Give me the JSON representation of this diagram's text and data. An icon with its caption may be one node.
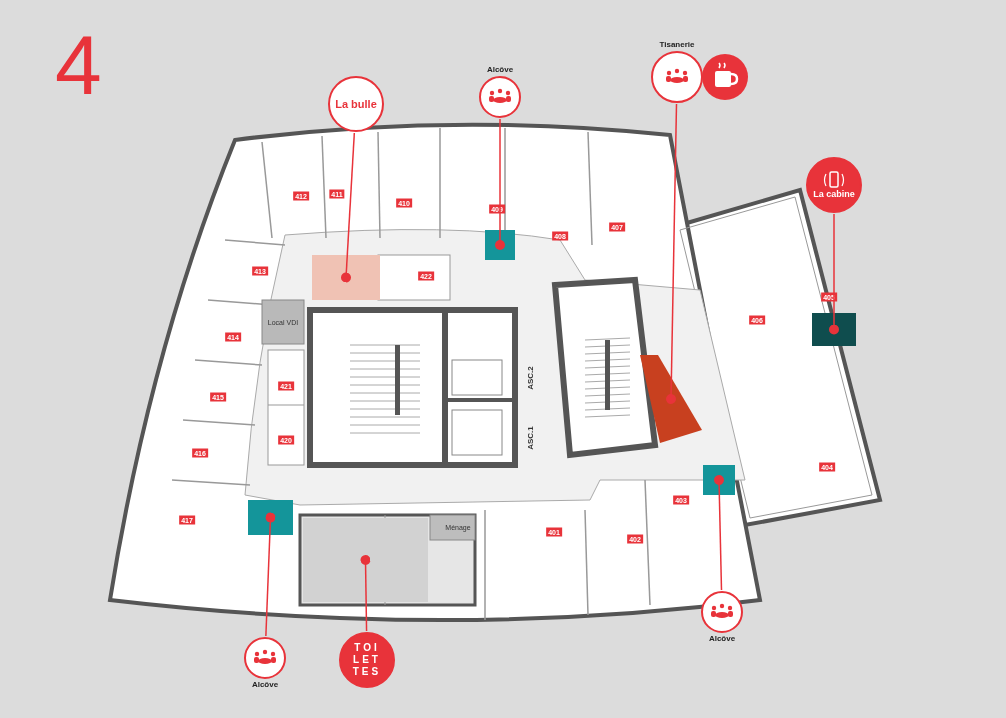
{
  "diagram": {
    "nodes": [
      {
        "text": [
          "Tisanerie"
        ]
      },
      {
        "text": [],
        "shape": "box"
      },
      {
        "text": [
          "Alcôve"
        ]
      },
      {
        "text": [],
        "shape": "box"
      },
      {
        "text": [
          "La bulle"
        ]
      },
      {
        "text": [],
        "shape": "box"
      },
      {
        "text": [
          "La cabine"
        ]
      },
      {
        "text": [],
        "shape": "box"
      },
      {
        "text": [],
        "shape": "box"
      },
      {
        "text": [
          "Alcôve"
        ]
      },
      {
        "text": [],
        "shape": "box"
      },
      {
        "text": [
          "TOI LET TES"
        ]
      },
      {
        "text": [
          "Alcôve"
        ]
      },
      {
        "text": [],
        "shape": "box"
      }
    ],
    "edges": [
      {
        "from": 0,
        "to": 1,
        "arrow": "other"
      },
      {
        "from": 2,
        "to": 3,
        "arrow": "other"
      },
      {
        "from": 4,
        "to": 5,
        "arrow": "other"
      },
      {
        "from": 6,
        "to": 7,
        "arrow": "other"
      },
      {
        "from": 9,
        "to": 8,
        "arrow": "other"
      },
      {
        "from": 11,
        "to": 10,
        "arrow": "other"
      },
      {
        "from": 12,
        "to": 13,
        "arrow": "other"
      }
    ],
    "labels": [
      "4",
      "412",
      "411",
      "410",
      "409",
      "408",
      "407",
      "413",
      "422",
      "405",
      "414",
      "406",
      "Local VDI",
      "421",
      "ASC.2",
      "ASC.1",
      "415",
      "420",
      "416",
      "404",
      "403",
      "417",
      "401",
      "402",
      "Ménage"
    ]
  }
}
